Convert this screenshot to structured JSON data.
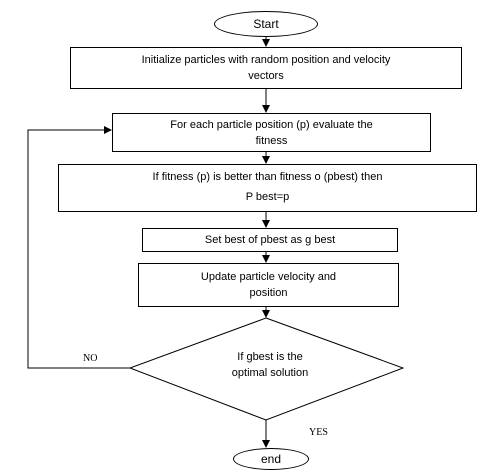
{
  "flowchart": {
    "start": "Start",
    "init": [
      "Initialize particles with random position and velocity",
      "vectors"
    ],
    "evaluate": [
      "For each particle position (p) evaluate the",
      "fitness"
    ],
    "fitness_check": [
      "If fitness (p) is better than fitness o (pbest) then",
      "P best=p"
    ],
    "set_gbest": "Set best of pbest as g best",
    "update": [
      "Update particle velocity and",
      "position"
    ],
    "decision": [
      "If gbest is the",
      "optimal solution"
    ],
    "no_label": "NO",
    "yes_label": "YES",
    "end": "end"
  }
}
